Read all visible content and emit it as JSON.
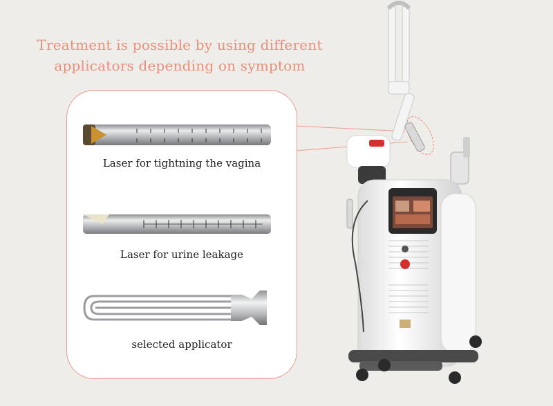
{
  "headline": {
    "line1": "Treatment is possible by using different",
    "line2": "applicators depending on symptom"
  },
  "applicators": [
    {
      "caption": "Laser for tightning the vagina"
    },
    {
      "caption": "Laser for urine leakage"
    },
    {
      "caption": "selected applicator"
    }
  ],
  "colors": {
    "accent": "#e88f7a",
    "background": "#eeede9",
    "panel": "#ffffff"
  }
}
